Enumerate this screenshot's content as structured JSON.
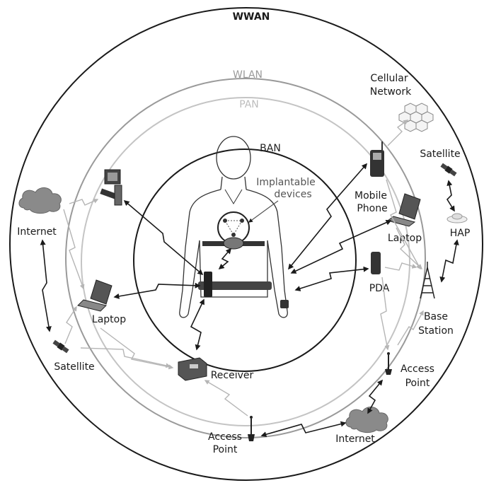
{
  "zones": {
    "wwan": "WWAN",
    "wlan": "WLAN",
    "pan": "PAN",
    "ban": "BAN"
  },
  "labels": {
    "implantable_1": "Implantable",
    "implantable_2": "devices",
    "cellular_1": "Cellular",
    "cellular_2": "Network",
    "satellite_right": "Satellite",
    "mobile_1": "Mobile",
    "mobile_2": "Phone",
    "laptop_right": "Laptop",
    "hap": "HAP",
    "pda": "PDA",
    "base_1": "Base",
    "base_2": "Station",
    "access_right_1": "Access",
    "access_right_2": "Point",
    "internet_left": "Internet",
    "laptop_left": "Laptop",
    "satellite_left": "Satellite",
    "receiver": "Receiver",
    "access_bottom_1": "Access",
    "access_bottom_2": "Point",
    "internet_bottom": "Internet"
  },
  "colors": {
    "wwan_ring": "#1a1a1a",
    "wlan_ring": "#9a9a9a",
    "pan_ring": "#c4c4c4",
    "ban_ring": "#1a1a1a",
    "link_dark": "#1a1a1a",
    "link_light": "#b5b5b5",
    "cloud": "#8a8a8a"
  },
  "icons": [
    "human-body-icon",
    "desktop-computer-icon",
    "laptop-icon",
    "mobile-phone-icon",
    "pda-icon",
    "satellite-icon",
    "hap-icon",
    "base-station-icon",
    "access-point-icon",
    "cloud-icon",
    "cellular-network-icon",
    "receiver-icon",
    "wireless-link-icon"
  ]
}
